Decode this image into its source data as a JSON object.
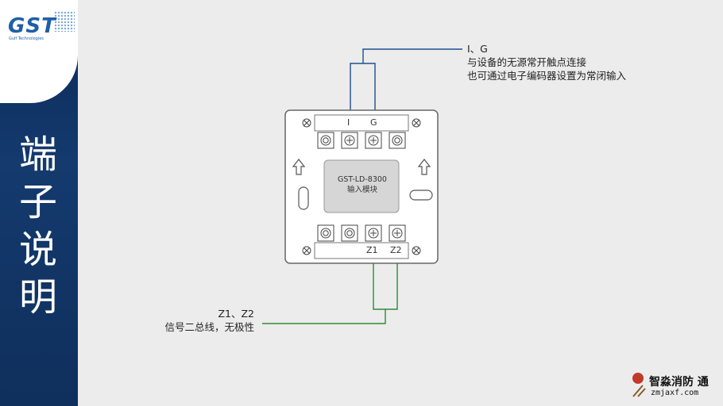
{
  "logo": {
    "mark": "GST",
    "subtitle": "Gulf Technologies"
  },
  "title_chars": [
    "端",
    "子",
    "说",
    "明"
  ],
  "module": {
    "model": "GST-LD-8300",
    "name": "输入模块"
  },
  "terminals_top": {
    "left": "I",
    "right": "G"
  },
  "terminals_bottom": {
    "left": "Z1",
    "right": "Z2"
  },
  "annotation_top": {
    "line1": "I、G",
    "line2": "与设备的无源常开触点连接",
    "line3": "也可通过电子编码器设置为常闭输入"
  },
  "annotation_bottom": {
    "line1": "Z1、Z2",
    "line2": "信号二总线，无极性"
  },
  "watermark": {
    "name": "智淼消防",
    "url": "zmjaxf.com",
    "extra": "通"
  },
  "colors": {
    "sidebar": "#0f2f5c",
    "top_wire": "#1e4f8c",
    "bottom_wire": "#2e8b3a",
    "logo": "#1f5fa8"
  }
}
